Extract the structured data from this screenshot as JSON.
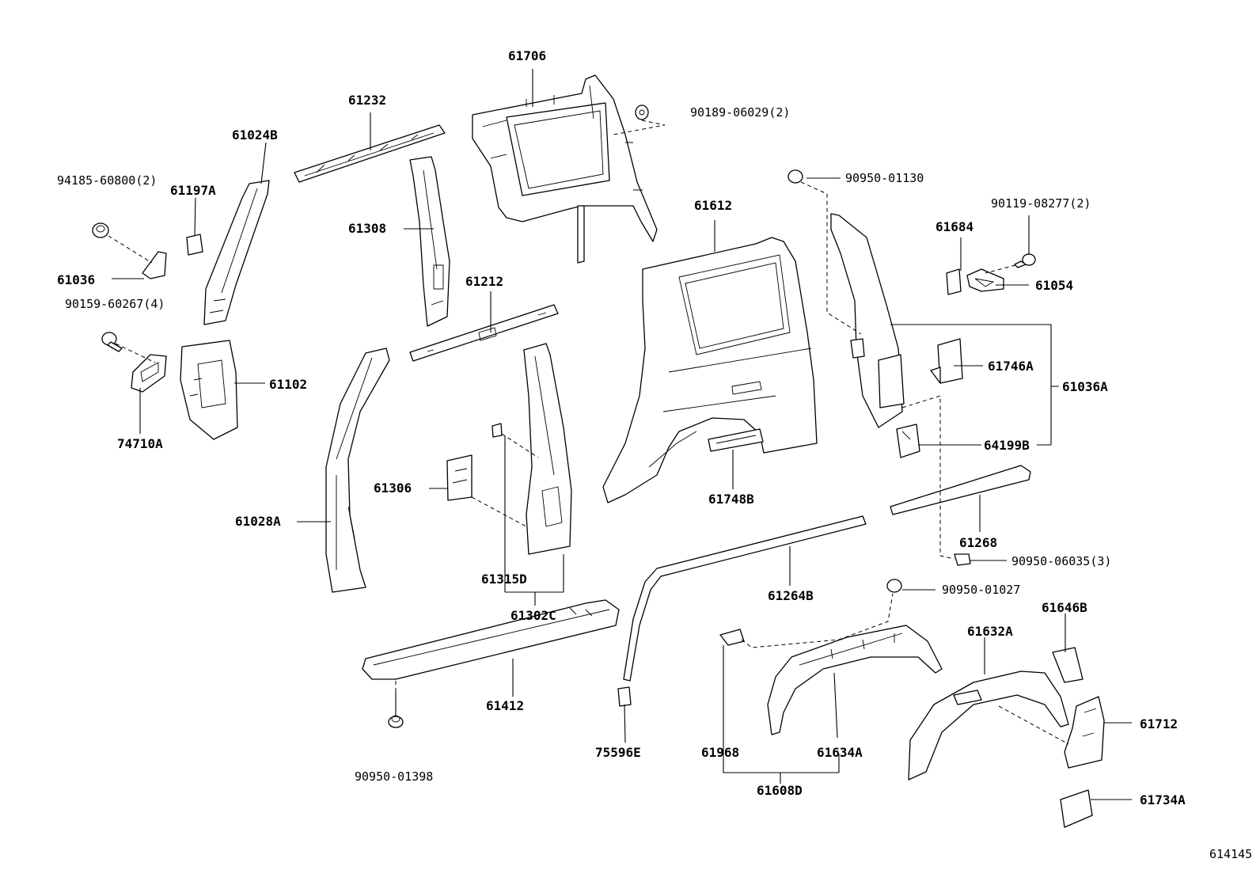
{
  "labels": {
    "p61706": "61706",
    "p90189": "90189-06029(2)",
    "p61232": "61232",
    "p61024B": "61024B",
    "p94185": "94185-60800(2)",
    "p61197A": "61197A",
    "p61308": "61308",
    "p61036": "61036",
    "p90159": "90159-60267(4)",
    "p61212": "61212",
    "p61102": "61102",
    "p74710A": "74710A",
    "p61306": "61306",
    "p61028A": "61028A",
    "p61315D": "61315D",
    "p61302C": "61302C",
    "p61412": "61412",
    "p90950_01398": "90950-01398",
    "p90950_01130": "90950-01130",
    "p61612": "61612",
    "p90119": "90119-08277(2)",
    "p61684": "61684",
    "p61054": "61054",
    "p61746A": "61746A",
    "p61036A": "61036A",
    "p64199B": "64199B",
    "p61748B": "61748B",
    "p61268": "61268",
    "p90950_06035": "90950-06035(3)",
    "p61264B": "61264B",
    "p90950_01027": "90950-01027",
    "p61646B": "61646B",
    "p61632A": "61632A",
    "p61712": "61712",
    "p75596E": "75596E",
    "p61968": "61968",
    "p61634A": "61634A",
    "p61608D": "61608D",
    "p61734A": "61734A",
    "figure_code": "614145"
  }
}
